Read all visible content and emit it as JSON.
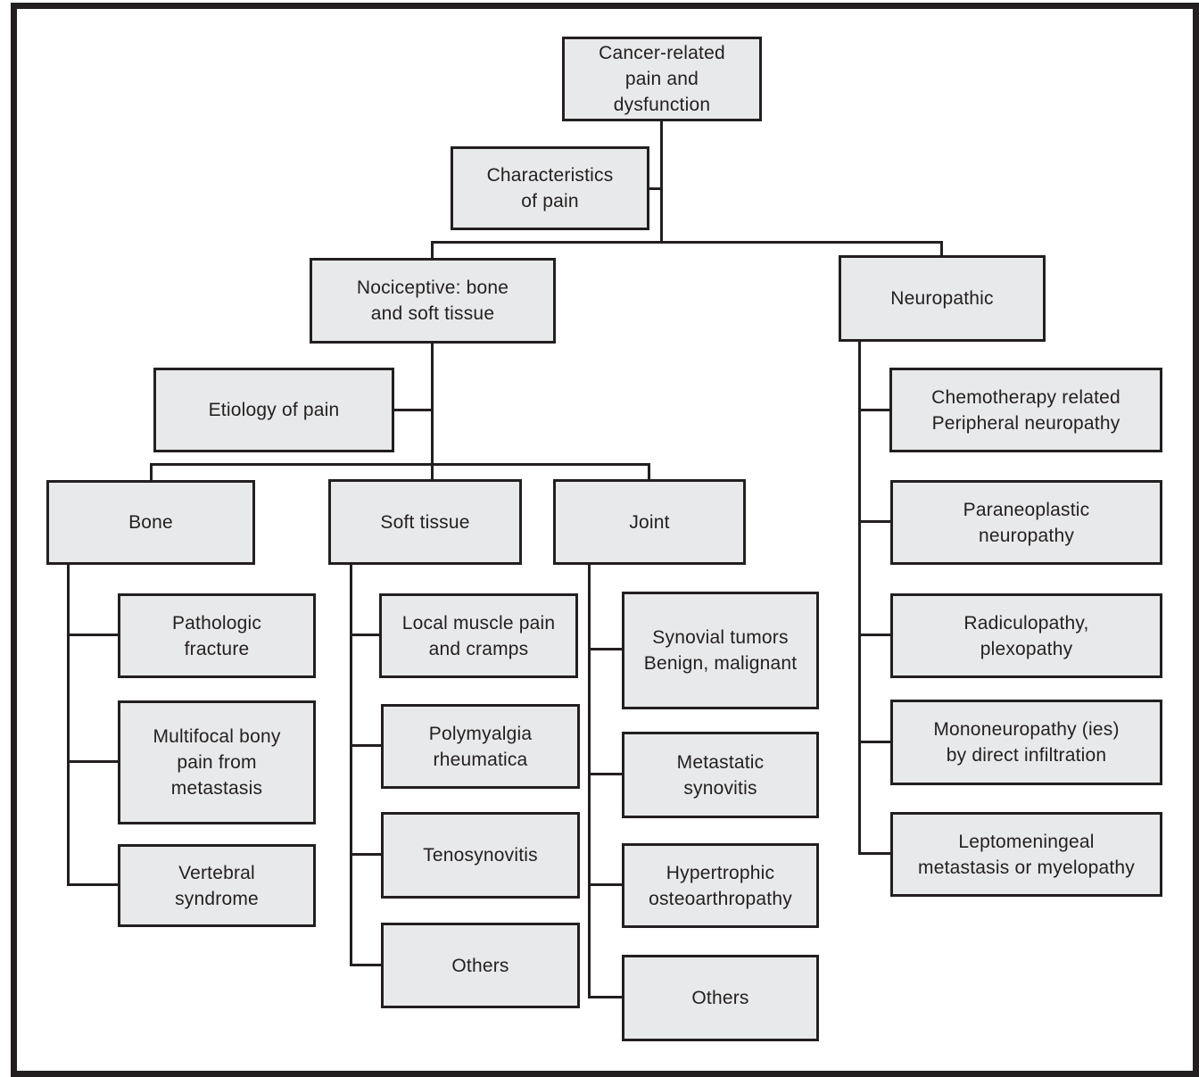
{
  "figure": {
    "type": "flowchart",
    "colors": {
      "box_fill": "#e8e9ea",
      "box_border": "#231f20",
      "connector": "#231f20",
      "frame": "#231f20",
      "background": "#ffffff",
      "text": "#231f20"
    }
  },
  "nodes": {
    "root": {
      "label": "Cancer-related pain and dysfunction",
      "lines": [
        "Cancer-related",
        "pain and",
        "dysfunction"
      ]
    },
    "characteristics": {
      "label": "Characteristics of pain",
      "lines": [
        "Characteristics",
        "of pain"
      ]
    },
    "nociceptive": {
      "label": "Nociceptive: bone and soft tissue",
      "lines": [
        "Nociceptive: bone",
        "and soft tissue"
      ]
    },
    "neuropathic": {
      "label": "Neuropathic",
      "lines": [
        "Neuropathic"
      ]
    },
    "etiology": {
      "label": "Etiology of pain",
      "lines": [
        "Etiology of pain"
      ]
    },
    "bone": {
      "label": "Bone",
      "lines": [
        "Bone"
      ]
    },
    "soft_tissue": {
      "label": "Soft tissue",
      "lines": [
        "Soft tissue"
      ]
    },
    "joint": {
      "label": "Joint",
      "lines": [
        "Joint"
      ]
    },
    "pathologic_fracture": {
      "label": "Pathologic fracture",
      "lines": [
        "Pathologic",
        "fracture"
      ]
    },
    "multifocal_bony_pain": {
      "label": "Multifocal bony pain from metastasis",
      "lines": [
        "Multifocal bony",
        "pain from",
        "metastasis"
      ]
    },
    "vertebral_syndrome": {
      "label": "Vertebral syndrome",
      "lines": [
        "Vertebral",
        "syndrome"
      ]
    },
    "local_muscle_pain": {
      "label": "Local muscle pain and cramps",
      "lines": [
        "Local muscle pain",
        "and cramps"
      ]
    },
    "polymyalgia": {
      "label": "Polymyalgia rheumatica",
      "lines": [
        "Polymyalgia",
        "rheumatica"
      ]
    },
    "tenosynovitis": {
      "label": "Tenosynovitis",
      "lines": [
        "Tenosynovitis"
      ]
    },
    "soft_tissue_others": {
      "label": "Others",
      "lines": [
        "Others"
      ]
    },
    "synovial_tumors": {
      "label": "Synovial tumors Benign, malignant",
      "lines": [
        "Synovial tumors",
        "Benign, malignant"
      ]
    },
    "metastatic_synovitis": {
      "label": "Metastatic synovitis",
      "lines": [
        "Metastatic",
        "synovitis"
      ]
    },
    "hypertrophic_osteoarthropathy": {
      "label": "Hypertrophic osteoarthropathy",
      "lines": [
        "Hypertrophic",
        "osteoarthropathy"
      ]
    },
    "joint_others": {
      "label": "Others",
      "lines": [
        "Others"
      ]
    },
    "chemotherapy_neuropathy": {
      "label": "Chemotherapy related Peripheral neuropathy",
      "lines": [
        "Chemotherapy related",
        "Peripheral neuropathy"
      ]
    },
    "paraneoplastic_neuropathy": {
      "label": "Paraneoplastic neuropathy",
      "lines": [
        "Paraneoplastic",
        "neuropathy"
      ]
    },
    "radiculopathy": {
      "label": "Radiculopathy, plexopathy",
      "lines": [
        "Radiculopathy,",
        "plexopathy"
      ]
    },
    "mononeuropathy": {
      "label": "Mononeuropathy (ies) by direct infiltration",
      "lines": [
        "Mononeuropathy (ies)",
        "by direct infiltration"
      ]
    },
    "leptomeningeal": {
      "label": "Leptomeningeal metastasis or myelopathy",
      "lines": [
        "Leptomeningeal",
        "metastasis or myelopathy"
      ]
    }
  }
}
